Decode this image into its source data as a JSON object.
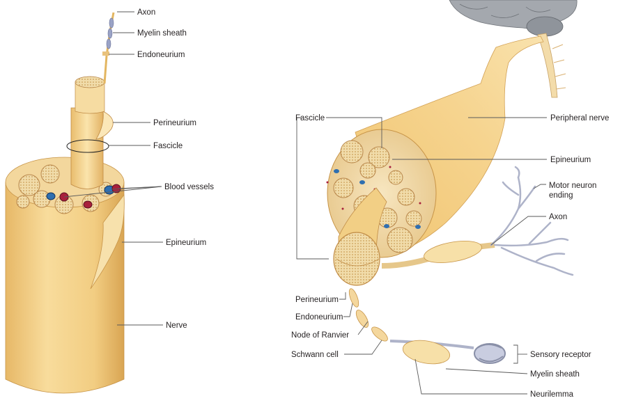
{
  "left_panel": {
    "labels": {
      "axon": "Axon",
      "myelin_sheath": "Myelin sheath",
      "endoneurium": "Endoneurium",
      "perineurium": "Perineurium",
      "fascicle": "Fascicle",
      "blood_vessels": "Blood vessels",
      "epineurium": "Epineurium",
      "nerve": "Nerve"
    }
  },
  "right_panel": {
    "labels": {
      "fascicle": "Fascicle",
      "peripheral_nerve": "Peripheral nerve",
      "epineurium": "Epineurium",
      "motor_neuron_ending_line1": "Motor neuron",
      "motor_neuron_ending_line2": "ending",
      "axon": "Axon",
      "perineurium": "Perineurium",
      "endoneurium": "Endoneurium",
      "node_of_ranvier": "Node of Ranvier",
      "schwann_cell": "Schwann cell",
      "sensory_receptor": "Sensory receptor",
      "myelin_sheath": "Myelin sheath",
      "neurilemma": "Neurilemma"
    }
  },
  "colors": {
    "nerve_tan": "#f3cf82",
    "nerve_light": "#fae6b4",
    "nerve_shadow": "#d8a650",
    "blood_red": "#a8203c",
    "blood_blue": "#2f6fb0",
    "myelin_blue": "#9aa3c6",
    "brain_gray": "#9a9ea4"
  }
}
